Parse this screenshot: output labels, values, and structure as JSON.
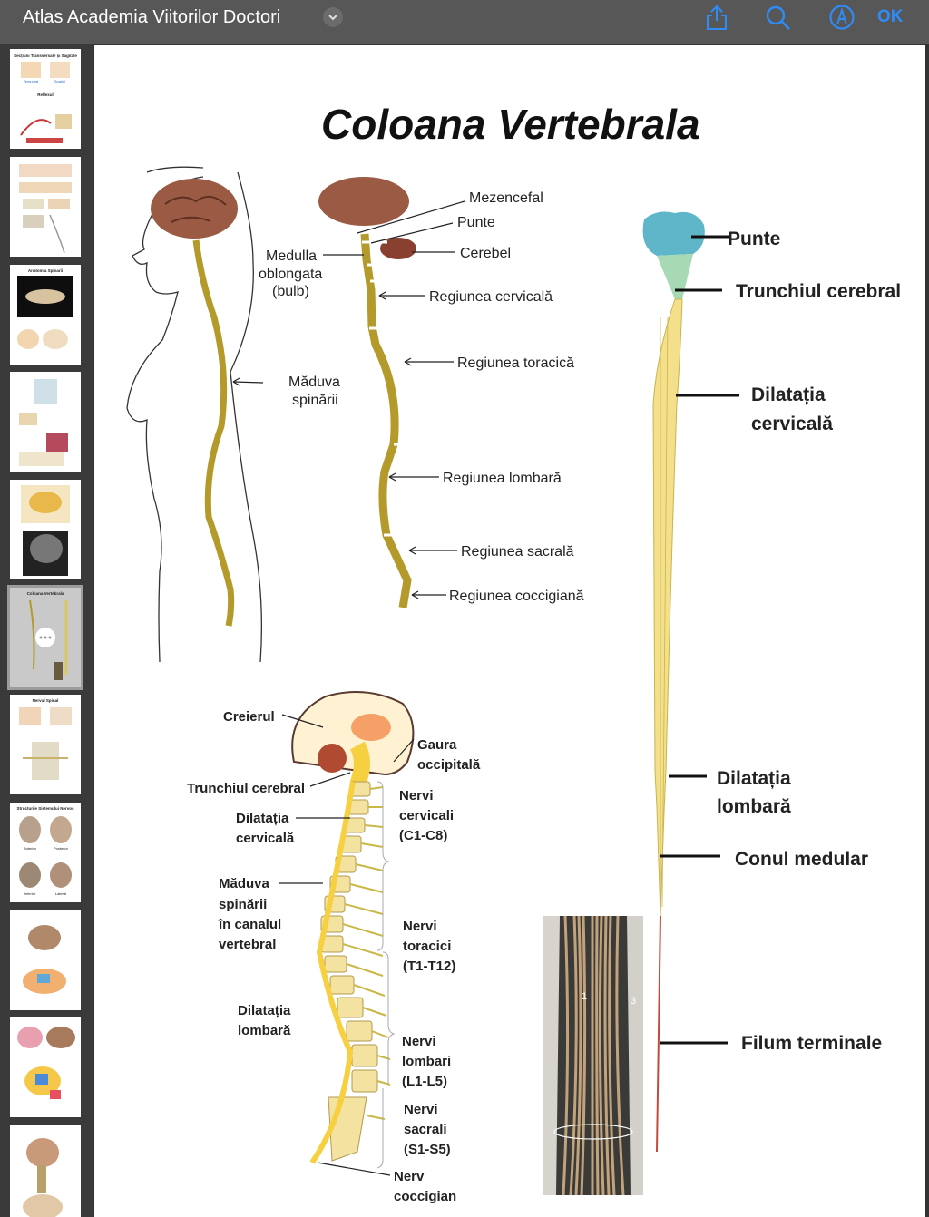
{
  "app": {
    "title": "Atlas Academia Viitorilor Doctori",
    "ok_label": "OK"
  },
  "toolbar_icons": [
    "share-icon",
    "search-icon",
    "markup-icon"
  ],
  "colors": {
    "accent": "#2f8bf5",
    "cord": "#b39a2a",
    "cord_yellow": "#f4e08a",
    "spine_bone": "#f3e2a0",
    "pons_blue": "#5fb6c8"
  },
  "thumbnails": {
    "t1_top": "Secțiuni Transversale și Sagitale",
    "t1_a": "Temporal",
    "t1_b": "Spațiul",
    "t1_mid": "Reflexul",
    "t3_top": "Anatomia Spinarii",
    "t6_top": "Coloana Vertebrala",
    "t7_top": "Nervul Spinal",
    "t8_top": "Structurile Sistemului Nervos",
    "t8_a": "Anterior",
    "t8_b": "Posterior",
    "t8_c": "Inferior",
    "t8_d": "Lateral"
  },
  "document": {
    "title": "Coloana Vertebrala",
    "fig1": {
      "maduva_1": "Măduva",
      "maduva_2": "spinării",
      "medulla_1": "Medulla",
      "medulla_2": "oblongata",
      "medulla_3": "(bulb)",
      "mezencefal": "Mezencefal",
      "punte": "Punte",
      "cerebel": "Cerebel",
      "cervicala": "Regiunea cervicală",
      "toracica": "Regiunea toracică",
      "lombara": "Regiunea lombară",
      "sacrala": "Regiunea sacrală",
      "coccigiana": "Regiunea coccigiană"
    },
    "fig2": {
      "punte": "Punte",
      "trunchiul": "Trunchiul cerebral",
      "dil_cerv_1": "Dilatația",
      "dil_cerv_2": "cervicală",
      "dil_lomb_1": "Dilatația",
      "dil_lomb_2": "lombară",
      "conul": "Conul medular",
      "filum": "Filum terminale"
    },
    "fig3": {
      "creierul": "Creierul",
      "trunchiul": "Trunchiul cerebral",
      "dil_cerv_1": "Dilatația",
      "dil_cerv_2": "cervicală",
      "maduva_1": "Măduva",
      "maduva_2": "spinării",
      "maduva_3": "în canalul",
      "maduva_4": "vertebral",
      "dil_lomb_1": "Dilatația",
      "dil_lomb_2": "lombară",
      "gaura_1": "Gaura",
      "gaura_2": "occipitală",
      "cerv_1": "Nervi",
      "cerv_2": "cervicali",
      "cerv_3": "(C1-C8)",
      "tor_1": "Nervi",
      "tor_2": "toracici",
      "tor_3": "(T1-T12)",
      "lomb_1": "Nervi",
      "lomb_2": "lombari",
      "lomb_3": "(L1-L5)",
      "sac_1": "Nervi",
      "sac_2": "sacrali",
      "sac_3": "(S1-S5)",
      "cocc_1": "Nerv",
      "cocc_2": "coccigian"
    },
    "photo": {
      "mark_1": "1",
      "mark_3": "3"
    }
  }
}
